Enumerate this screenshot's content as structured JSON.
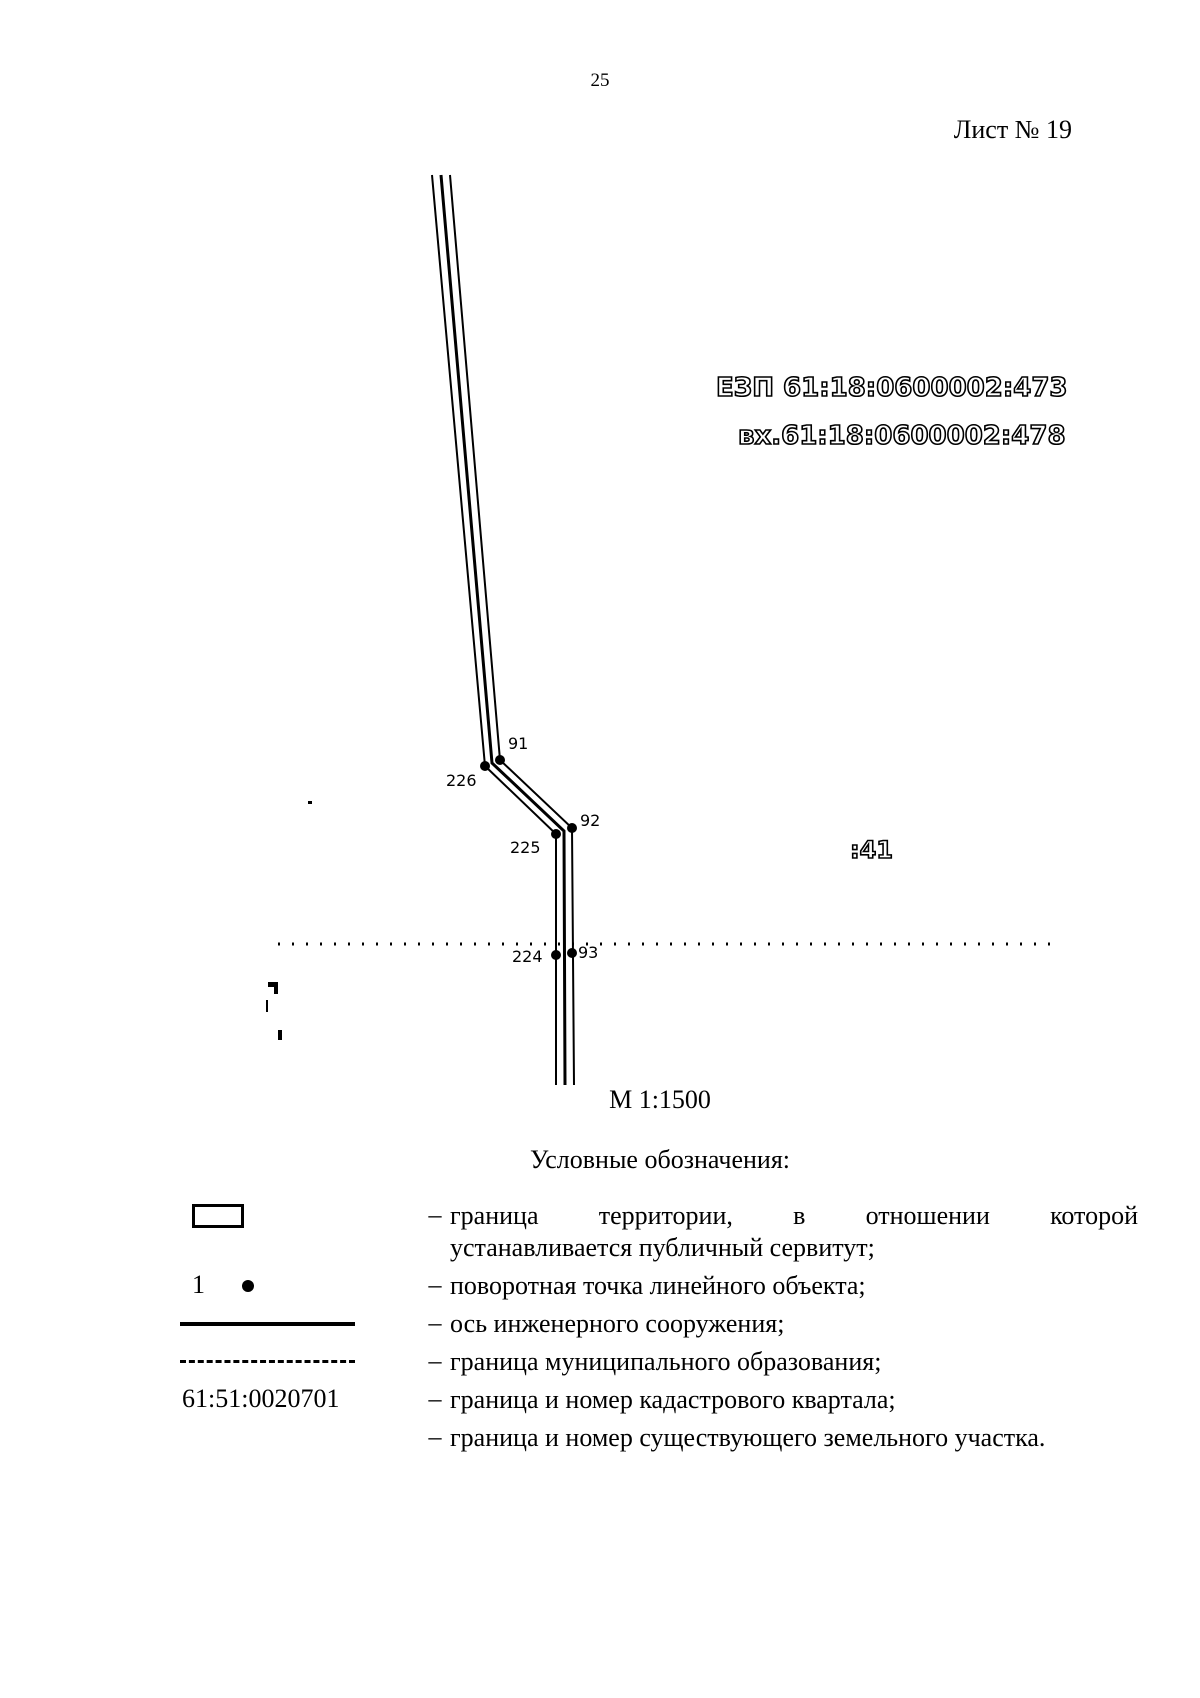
{
  "header": {
    "page_number": "25",
    "sheet_label": "Лист № 19"
  },
  "map": {
    "parcel_label_line1": "ЕЗП 61:18:0600002:473",
    "parcel_label_line2": "вх.61:18:0600002:478",
    "parcel_label_small": ":41",
    "points": [
      {
        "id": "91"
      },
      {
        "id": "92"
      },
      {
        "id": "93"
      },
      {
        "id": "224"
      },
      {
        "id": "225"
      },
      {
        "id": "226"
      }
    ]
  },
  "scale": "М 1:1500",
  "legend": {
    "title": "Условные обозначения:",
    "dash": "–",
    "items": [
      {
        "symbol": "boundary-rect",
        "text_line1": "граница территории, в отношении которой",
        "text_line2": "устанавливается публичный сервитут;"
      },
      {
        "symbol": "turning-point",
        "symbol_text": "1",
        "text": "поворотная точка линейного объекта;"
      },
      {
        "symbol": "solid-line",
        "text": "ось инженерного сооружения;"
      },
      {
        "symbol": "dashed-line",
        "text": "граница муниципального образования;"
      },
      {
        "symbol": "quarter-number",
        "symbol_text": "61:51:0020701",
        "text": "граница и номер кадастрового квартала;"
      },
      {
        "symbol": "none",
        "text": "граница и номер существующего земельного участка."
      }
    ]
  }
}
